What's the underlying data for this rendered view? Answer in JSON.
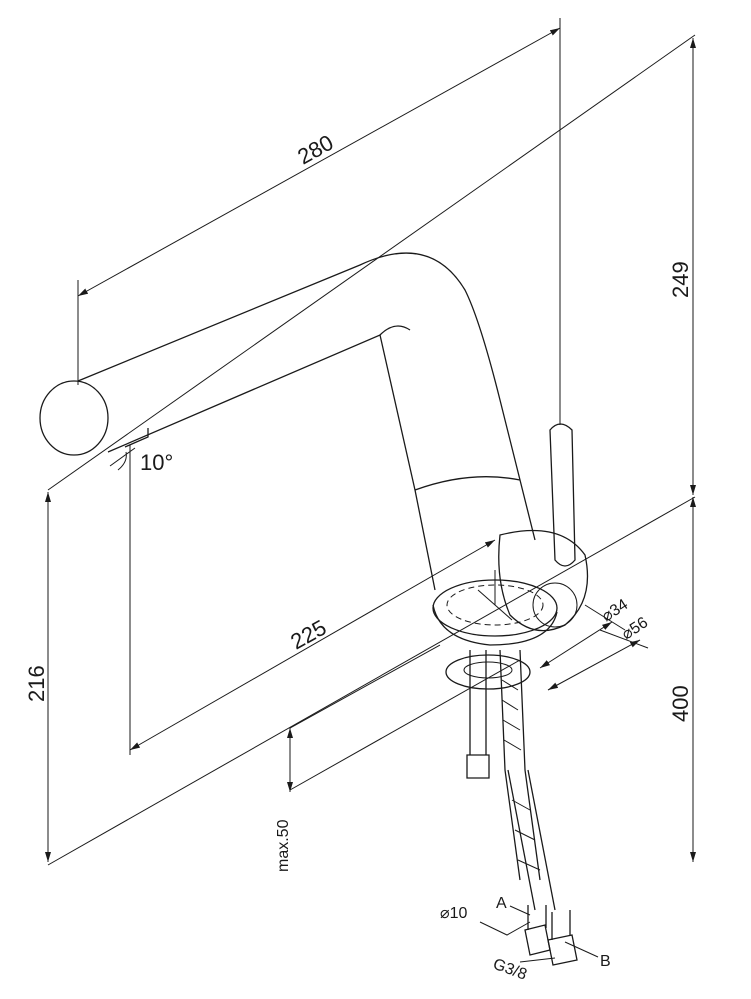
{
  "drawing": {
    "dimensions": {
      "spout_length": "280",
      "height_top": "249",
      "spout_angle": "10°",
      "reach": "225",
      "spout_clearance": "216",
      "hose_length": "400",
      "max_deck": "max.50",
      "base_d1": "⌀34",
      "base_d2": "⌀56",
      "hose_d": "⌀10"
    },
    "callouts": {
      "a": "A",
      "b": "B",
      "thread": "G3/8"
    }
  }
}
